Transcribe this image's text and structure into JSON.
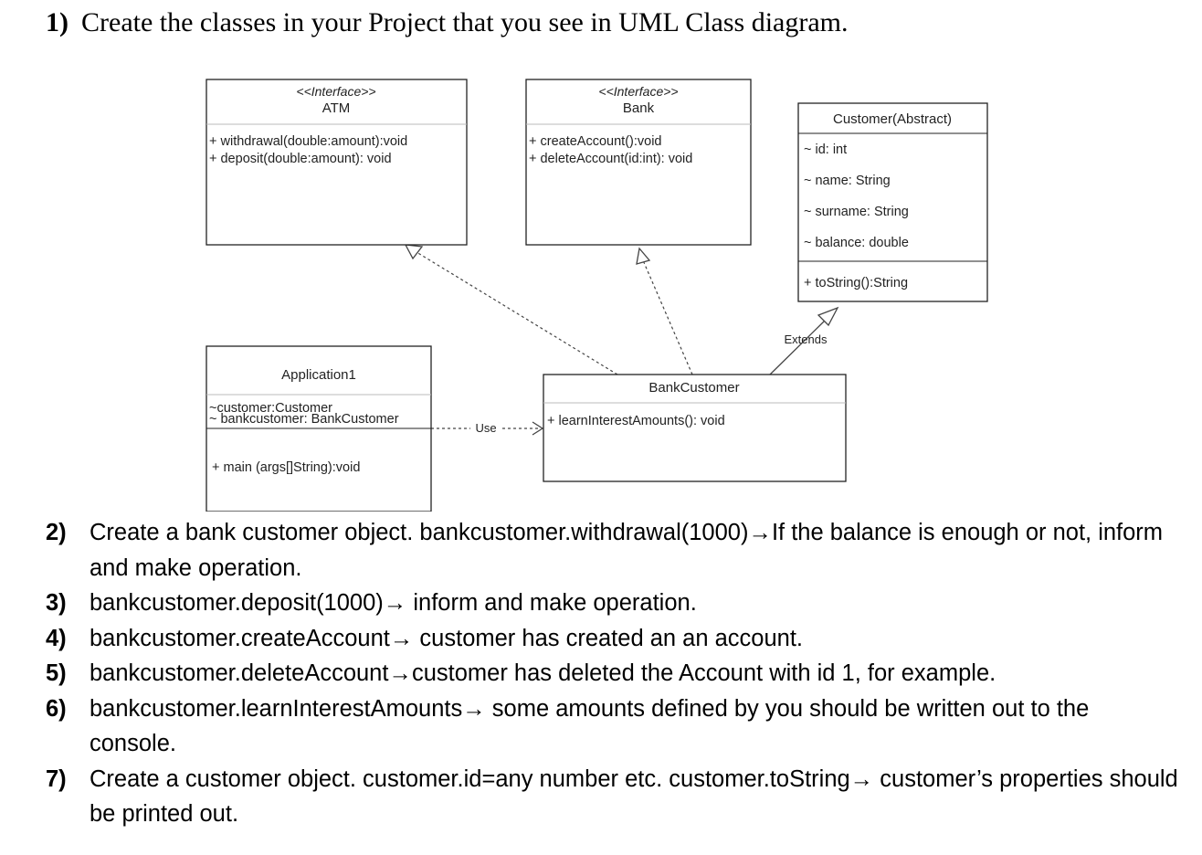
{
  "heading": {
    "number": "1)",
    "text": "Create the classes in your Project that you see in UML Class diagram."
  },
  "diagram": {
    "atm": {
      "stereotype": "<<Interface>>",
      "name": "ATM",
      "members": [
        "+ withdrawal(double:amount):void",
        "+ deposit(double:amount): void"
      ]
    },
    "bank": {
      "stereotype": "<<Interface>>",
      "name": "Bank",
      "members": [
        "+ createAccount():void",
        "+ deleteAccount(id:int): void"
      ]
    },
    "customer": {
      "name": "Customer(Abstract)",
      "attributes": [
        "~ id: int",
        "~ name: String",
        "~ surname: String",
        "~ balance: double"
      ],
      "methods": [
        "+ toString():String"
      ]
    },
    "application": {
      "name": "Application1",
      "attributes": [
        "~customer:Customer",
        "~ bankcustomer: BankCustomer"
      ],
      "methods": [
        "+ main (args[]String):void"
      ]
    },
    "bankcustomer": {
      "name": "BankCustomer",
      "methods": [
        "+ learnInterestAmounts(): void"
      ]
    },
    "labels": {
      "use": "Use",
      "extends": "Extends"
    }
  },
  "tasks": [
    {
      "number": "2)",
      "text": "Create a bank customer object. bankcustomer.withdrawal(1000)→If the balance is enough or not, inform and make operation."
    },
    {
      "number": "3)",
      "text": "bankcustomer.deposit(1000)→ inform and make operation."
    },
    {
      "number": "4)",
      "text": "bankcustomer.createAccount→ customer has created an an account."
    },
    {
      "number": "5)",
      "text": "bankcustomer.deleteAccount→customer has deleted the Account with id 1, for example."
    },
    {
      "number": "6)",
      "text": "bankcustomer.learnInterestAmounts→ some amounts defined by you should be written out to the console."
    },
    {
      "number": "7)",
      "text": "Create a customer object. customer.id=any number etc. customer.toString→ customer’s properties should be printed out."
    }
  ]
}
